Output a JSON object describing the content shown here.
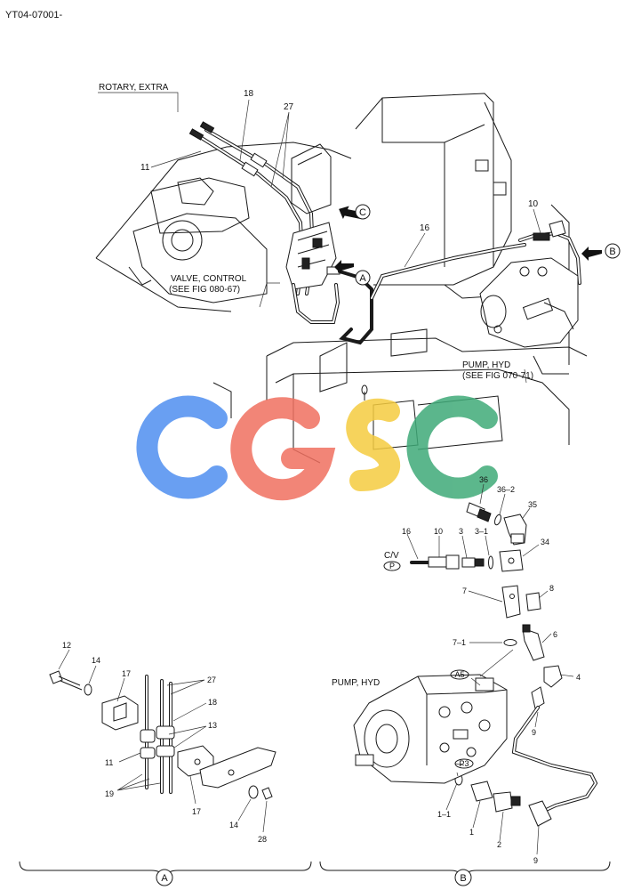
{
  "doc_id": "YT04-07001-",
  "callouts": {
    "rotary_extra": "ROTARY, EXTRA",
    "valve_control_1": "VALVE, CONTROL",
    "valve_control_2": "(SEE FIG 080-67)",
    "pump_hyd_1": "PUMP, HYD",
    "pump_hyd_2": "(SEE FIG 070-71)",
    "pump_hyd_detail": "PUMP, HYD",
    "cv": "C/V",
    "port_p": "P",
    "port_a5": "A5",
    "port_p3": "P3"
  },
  "view_markers": {
    "a": "A",
    "b": "B",
    "c": "C"
  },
  "part_numbers": {
    "n18": "18",
    "n27": "27",
    "n11": "11",
    "n16": "16",
    "n10": "10",
    "n36": "36",
    "n36_2": "36–2",
    "n35": "35",
    "n16b": "16",
    "n10b": "10",
    "n3": "3",
    "n3_1": "3–1",
    "n34": "34",
    "n7": "7",
    "n8": "8",
    "n7_1": "7–1",
    "n6": "6",
    "n4": "4",
    "n9": "9",
    "n9b": "9",
    "n1_1": "1–1",
    "n1": "1",
    "n2": "2",
    "n12": "12",
    "n14": "14",
    "n17": "17",
    "n27b": "27",
    "n18b": "18",
    "n13": "13",
    "n11b": "11",
    "n19": "19",
    "n17b": "17",
    "n14b": "14",
    "n28": "28"
  },
  "watermark": {
    "letters": [
      "C",
      "G",
      "S",
      "C"
    ],
    "colors": [
      "#4f8ff0",
      "#f07060",
      "#f5cc40",
      "#3faa78"
    ]
  }
}
